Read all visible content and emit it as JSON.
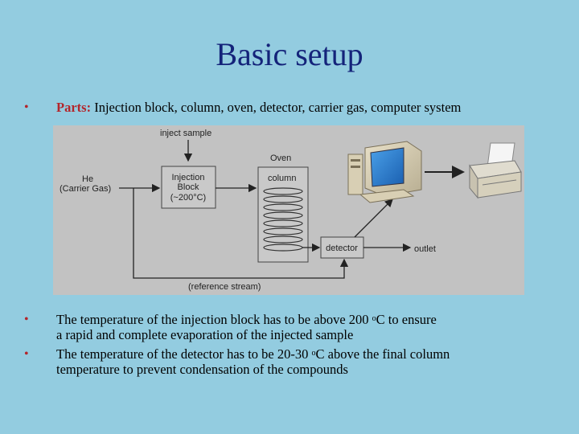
{
  "title": "Basic setup",
  "bullets": {
    "parts_label": "Parts:",
    "parts_text": " Injection block, column, oven, detector, carrier gas, computer system",
    "b2_line1_pre": "The temperature of the injection block has to be above 200 ",
    "b2_sup": "o",
    "b2_line1_post": "C to ensure",
    "b2_line2": "a rapid and complete evaporation of the injected sample",
    "b3_line1_pre": "The temperature of the detector has to be 20-30 ",
    "b3_sup": "o",
    "b3_line1_post": "C above the final column",
    "b3_line2": "temperature to prevent condensation of the compounds"
  },
  "diagram": {
    "inject_sample": "inject sample",
    "he_line1": "He",
    "he_line2": "(Carrier Gas)",
    "injection_line1": "Injection",
    "injection_line2": "Block",
    "injection_line3": "(~200°C)",
    "oven": "Oven",
    "column": "column",
    "detector": "detector",
    "outlet": "outlet",
    "reference_stream": "(reference stream)"
  },
  "colors": {
    "background": "#93cce0",
    "title": "#14237a",
    "accent": "#b3262c",
    "diagram_bg": "#c2c2c2"
  }
}
